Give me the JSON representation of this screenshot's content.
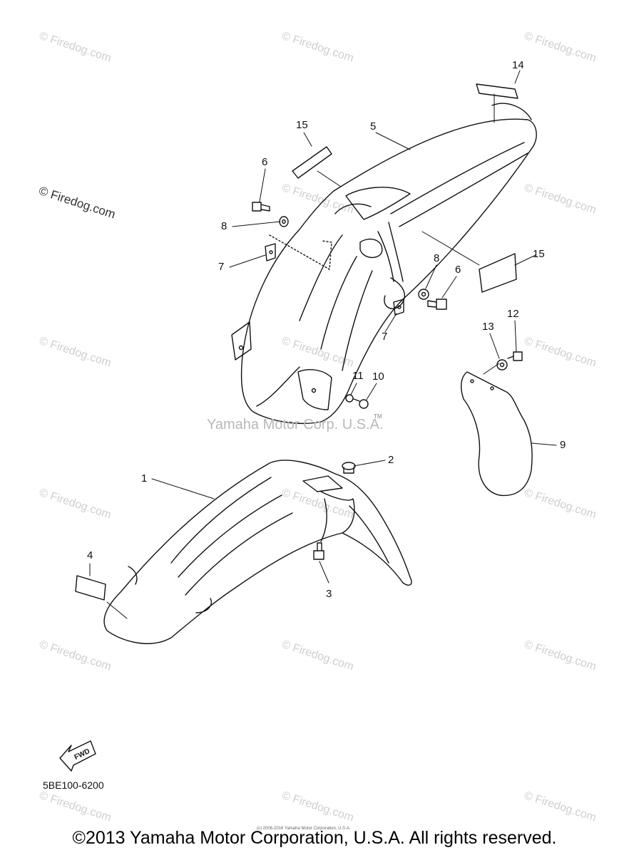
{
  "watermark": {
    "text": "© Firedog.com"
  },
  "site_label": "© Firedog.com",
  "center_watermark": "Yamaha Motor Corp. U.S.A.",
  "trademark": "TM",
  "callouts": {
    "c1": "1",
    "c2": "2",
    "c3": "3",
    "c4": "4",
    "c5": "5",
    "c6a": "6",
    "c6b": "6",
    "c7a": "7",
    "c7b": "7",
    "c8a": "8",
    "c8b": "8",
    "c9": "9",
    "c10": "10",
    "c11": "11",
    "c12": "12",
    "c13": "13",
    "c14": "14",
    "c15a": "15",
    "c15b": "15"
  },
  "fwd_label": "FWD",
  "figure_code": "5BE100-6200",
  "tiny_note": "(c) 2006-2016 Yamaha Motor Corporation, U.S.A.",
  "copyright": "©2013 Yamaha Motor Corporation, U.S.A. All rights reserved."
}
